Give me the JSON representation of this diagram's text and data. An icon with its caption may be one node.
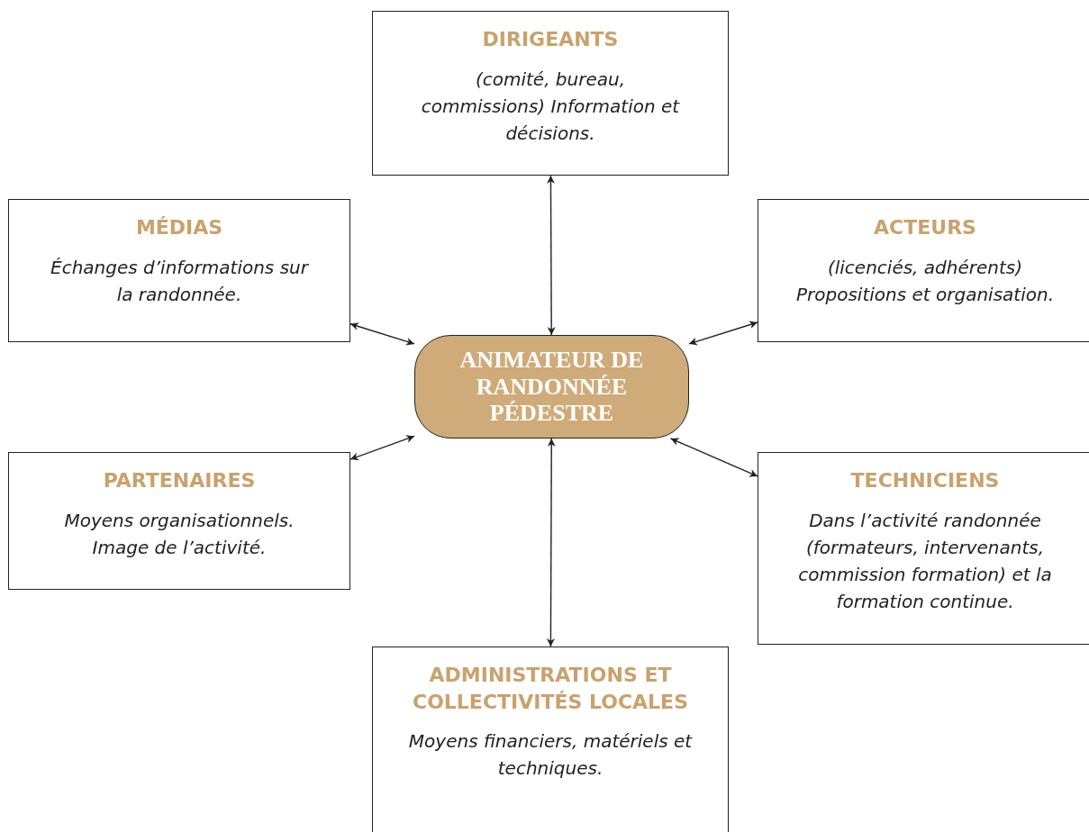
{
  "diagram": {
    "nodes": [
      {
        "text": [
          "DIRIGEANTS",
          "(comité, bureau, commissions) Information et décisions."
        ]
      },
      {
        "text": [
          "MÉDIAS",
          "Échanges d’informations sur la randonnée."
        ]
      },
      {
        "text": [
          "ACTEURS",
          "(licenciés, adhérents) Propositions et organisation."
        ]
      },
      {
        "text": [
          "ANIMATEUR DE RANDONNÉE PÉDESTRE"
        ]
      },
      {
        "text": [
          "PARTENAIRES",
          "Moyens organisationnels. Image de l’activité."
        ]
      },
      {
        "text": [
          "TECHNICIENS",
          "Dans l’activité randonnée (formateurs, intervenants, commission formation) et la formation continue."
        ]
      },
      {
        "text": [
          "ADMINISTRATIONS ET COLLECTIVITÉS LOCALES",
          "Moyens financiers, matériels et techniques."
        ]
      }
    ],
    "edges": [
      {
        "from": 3,
        "to": 0,
        "arrow": "both"
      },
      {
        "from": 3,
        "to": 1,
        "arrow": "both"
      },
      {
        "from": 3,
        "to": 2,
        "arrow": "both"
      },
      {
        "from": 3,
        "to": 4,
        "arrow": "both"
      },
      {
        "from": 3,
        "to": 5,
        "arrow": "both"
      },
      {
        "from": 3,
        "to": 6,
        "arrow": "both"
      }
    ]
  }
}
